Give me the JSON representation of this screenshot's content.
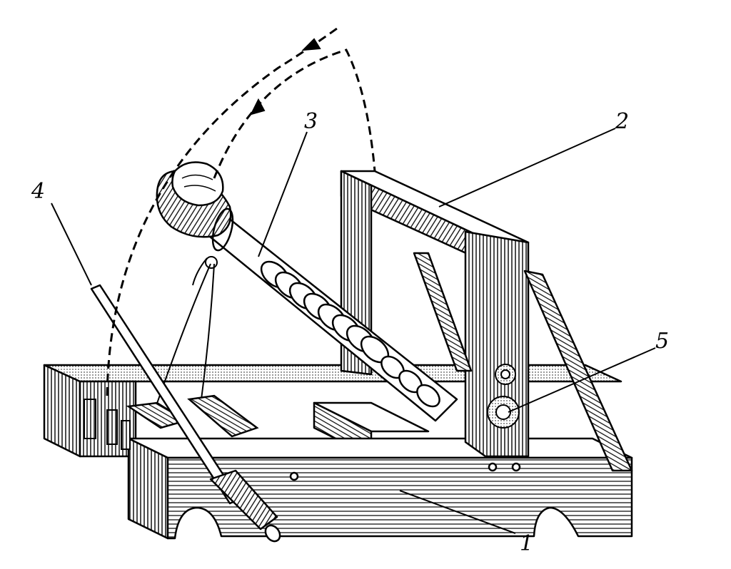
{
  "labels": {
    "base": "1",
    "frame": "2",
    "arm": "3",
    "lever": "4",
    "gear": "5"
  },
  "colors": {
    "ink": "#000000",
    "paper": "#ffffff"
  }
}
